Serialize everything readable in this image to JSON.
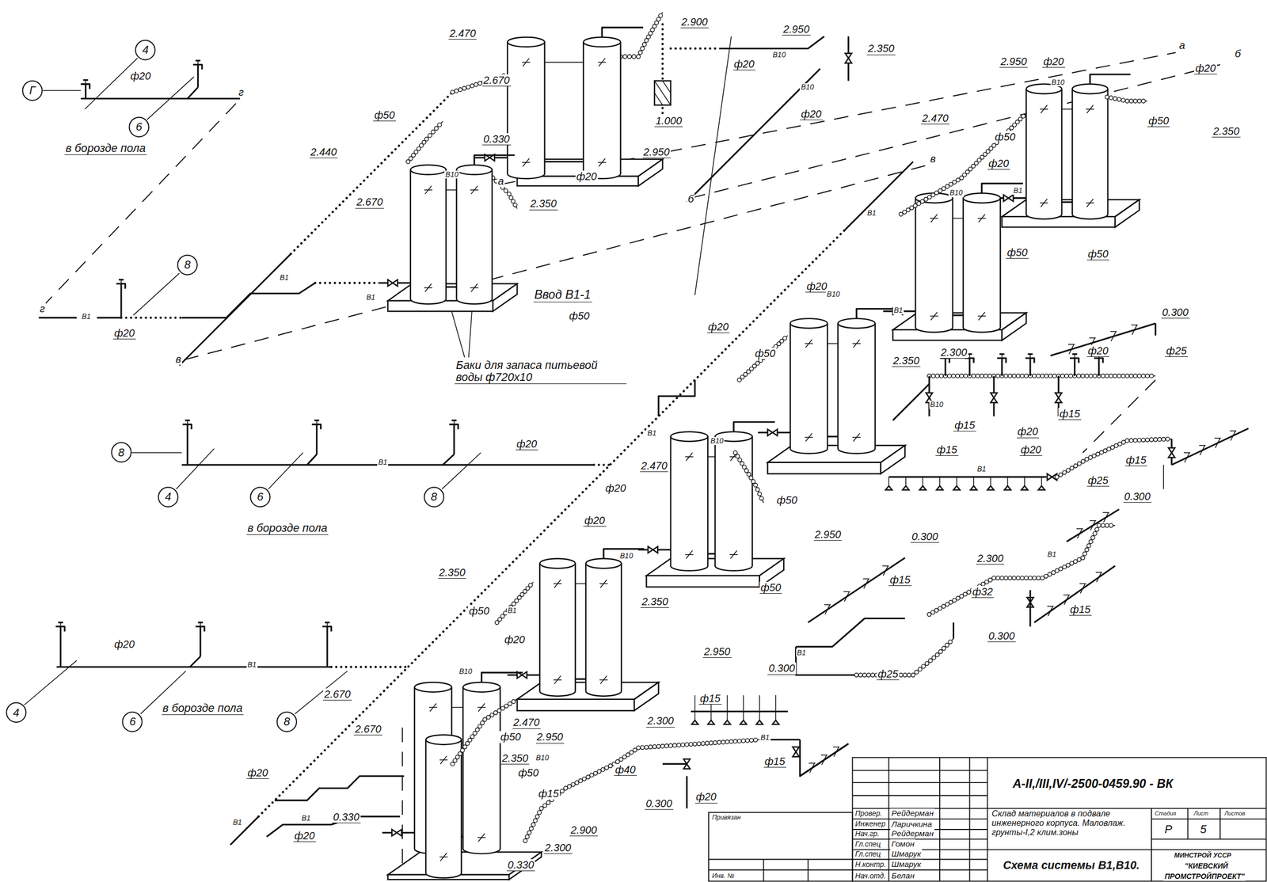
{
  "diagram": {
    "nodes": [
      {
        "text": [
          "4"
        ]
      },
      {
        "text": [
          "Г"
        ]
      },
      {
        "text": [
          "6"
        ]
      },
      {
        "text": [
          "8"
        ]
      },
      {
        "text": [
          "8"
        ]
      },
      {
        "text": [
          "4"
        ]
      },
      {
        "text": [
          "6"
        ]
      },
      {
        "text": [
          "8"
        ]
      },
      {
        "text": [
          "4"
        ]
      },
      {
        "text": [
          "6"
        ]
      },
      {
        "text": [
          "8"
        ]
      }
    ],
    "labels": [
      "ф20",
      "г",
      "в борозде пола",
      "2.470",
      "2.670",
      "2.900",
      "1.000",
      "2.950",
      "В10",
      "ф20",
      "В10",
      "ф20",
      "2.350",
      "ф50",
      "2.440",
      "2.670",
      "0.330",
      "В10",
      "а",
      "2.350",
      "2.950",
      "ф20",
      "б",
      "г",
      "В1",
      "ф20",
      "в",
      "В1",
      "В1",
      "Ввод В1-1",
      "ф50",
      "Баки для запаса питьевой воды ф720х10",
      "2.950",
      "ф20",
      "В10",
      "а",
      "б",
      "ф20",
      "2.470",
      "ф50",
      "2.350",
      "ф50",
      "в",
      "ф20",
      "В1",
      "В10",
      "В1",
      "ф50",
      "ф50",
      "ф20",
      "ф20",
      "В10",
      "В1",
      "ф50",
      "2.350",
      "2.300",
      "0.300",
      "ф20",
      "ф25",
      "ф15",
      "ф20",
      "ф15",
      "В10",
      "ф15",
      "В1",
      "ф20",
      "ф15",
      "ф25",
      "0.300",
      "В1",
      "2.470",
      "В10",
      "ф20",
      "ф50",
      "2.950",
      "ф50",
      "В1",
      "ф20",
      "в борозде пола",
      "ф20",
      "2.350",
      "В10",
      "ф50",
      "В1",
      "2.350",
      "ф20",
      "В10",
      "0.300",
      "ф15",
      "2.300",
      "ф32",
      "В1",
      "ф15",
      "0.300",
      "В1",
      "ф25",
      "0.300",
      "2.950",
      "ф15",
      "ф20",
      "В1",
      "в борозде пола",
      "2.670",
      "2.670",
      "2.470",
      "ф50",
      "2.950",
      "В10",
      "2.350",
      "ф20",
      "В1",
      "В1",
      "ф20",
      "0.330",
      "0.330",
      "2.300",
      "2.900",
      "ф15",
      "ф50",
      "ф40",
      "2.300",
      "В1",
      "0.300",
      "ф20",
      "ф15",
      "А-II,/III,IV/-2500-0459.90 - ВК",
      "Привязан",
      "Инв. №",
      "Провер.",
      "Рейдерман",
      "Инженер",
      "Ларичкина",
      "Нач.гр.",
      "Рейдерман",
      "Гл.спец",
      "Гомон",
      "Гл.спец",
      "Шмарук",
      "Н.контр.",
      "Шмарук",
      "Нач.отд.",
      "Белан",
      "Склад материалов в подвале инженерного корпуса. Маловлаж. грунты-I,2 клим.зоны",
      "Стадия",
      "Лист",
      "Листов",
      "Р",
      "5",
      "Схема системы В1,В10.",
      "МИНСТРОЙ УССР",
      "\"КИЕВСКИЙ",
      "ПРОМСТРОЙПРОЕКТ\""
    ]
  }
}
